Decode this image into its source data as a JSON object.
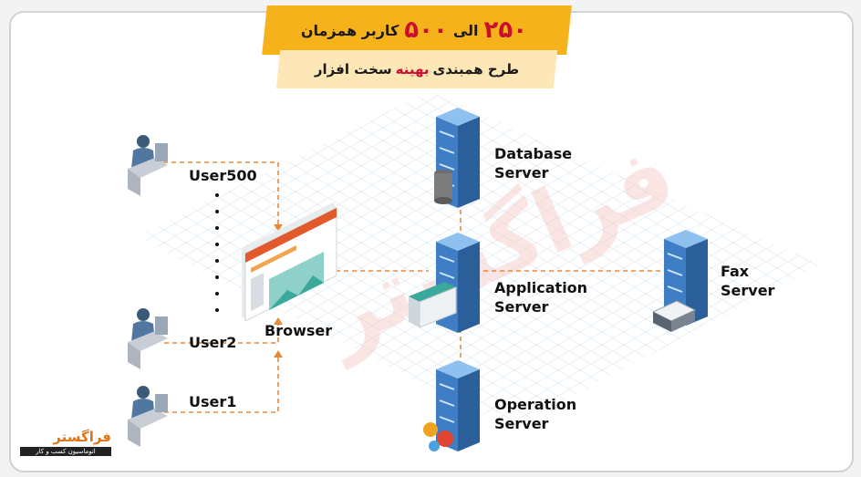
{
  "banner": {
    "line1_from": "۲۵۰",
    "line1_to": "۵۰۰",
    "line1_between": "الی",
    "line1_suffix": "کاربر همزمان",
    "line2_before": "طرح همبندی",
    "line2_highlight": "بهینه",
    "line2_after": "سخت افزار"
  },
  "users": {
    "user500": "User500",
    "user2": "User2",
    "user1": "User1"
  },
  "browser_label": "Browser",
  "servers": {
    "database": [
      "Database",
      "Server"
    ],
    "application": [
      "Application",
      "Server"
    ],
    "operation": [
      "Operation",
      "Server"
    ],
    "fax": [
      "Fax",
      "Server"
    ]
  },
  "watermark": "فراگستر",
  "logo": {
    "name": "فراگستر",
    "tagline": "اتوماسیون کسب و کار"
  },
  "colors": {
    "banner_orange": "#f6b21a",
    "banner_light": "#fde7b6",
    "accent_red": "#c8102e",
    "connector_orange": "#e58a3a",
    "server_blue": "#3f7ec4"
  }
}
